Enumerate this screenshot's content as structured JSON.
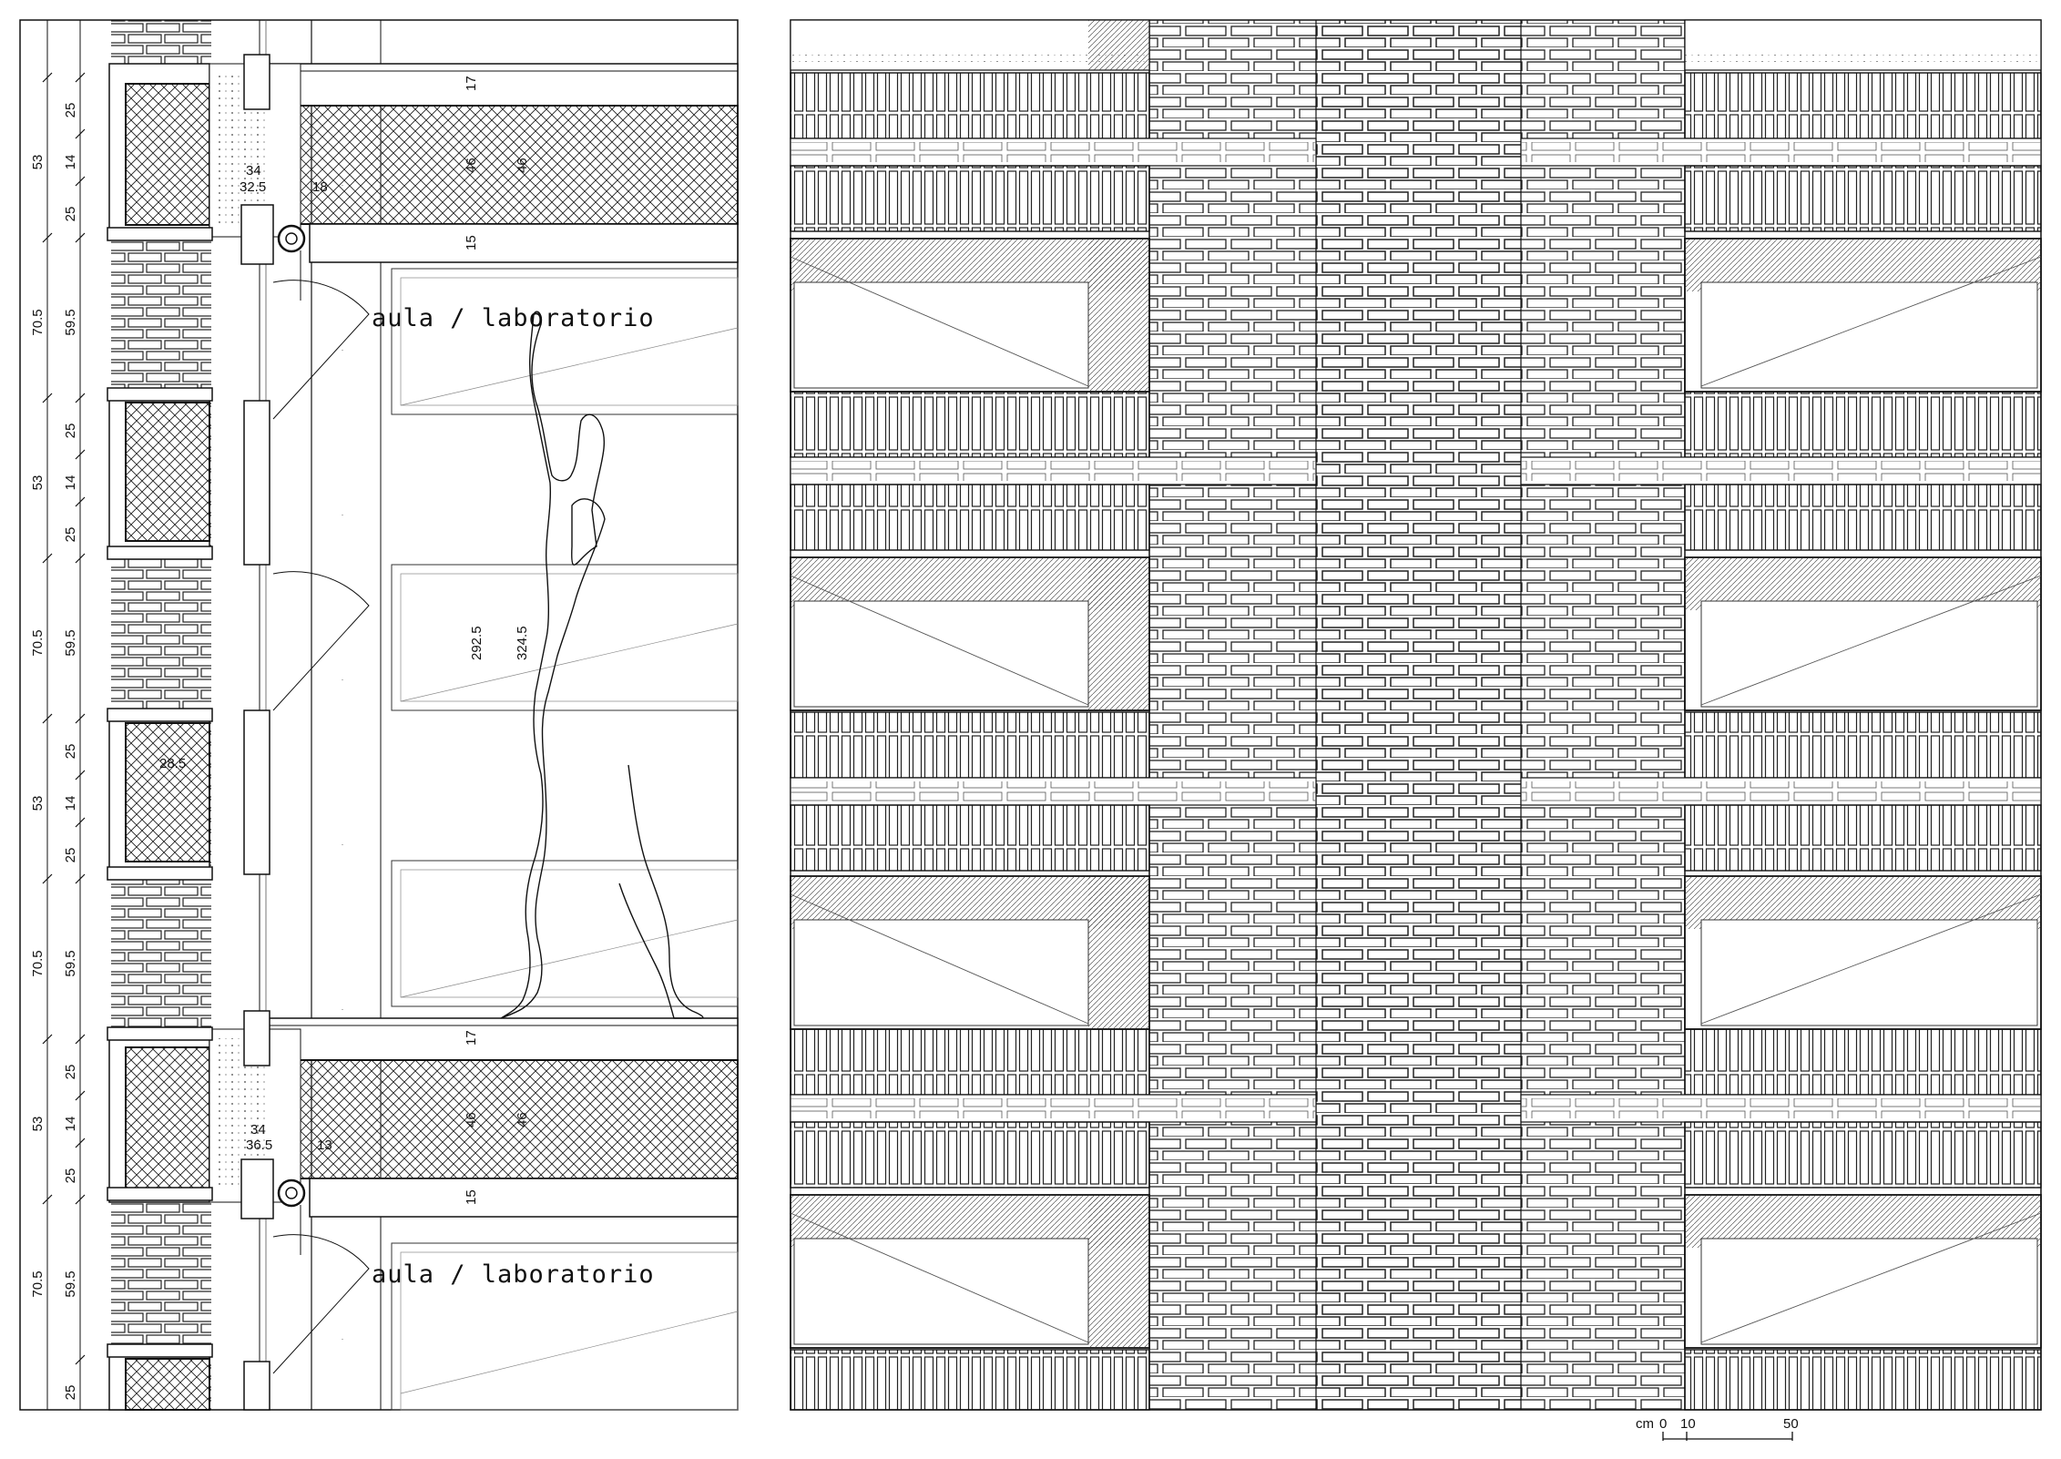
{
  "section": {
    "left_dimensions": {
      "outer": [
        "53",
        "70.5",
        "53",
        "70.5",
        "53",
        "70.5",
        "53",
        "70.5"
      ],
      "inner": [
        "25",
        "14",
        "25",
        "59.5",
        "25",
        "14",
        "25",
        "59.5",
        "25",
        "14",
        "25",
        "59.5",
        "25",
        "14",
        "25",
        "59.5",
        "25"
      ]
    },
    "floor_dimensions": [
      "17",
      "46",
      "46",
      "15"
    ],
    "slab_details_top": [
      "34",
      "32.5",
      "18"
    ],
    "slab_details_bottom": [
      "34",
      "36.5",
      "13"
    ],
    "pillar_dimension": "28.5",
    "height_dimensions": [
      "292.5",
      "324.5"
    ],
    "room_label": "aula / laboratorio"
  },
  "scale_bar": {
    "unit": "cm",
    "ticks": [
      "0",
      "10",
      "50"
    ]
  },
  "colors": {
    "line": "#111111",
    "fill_light": "#f4f4f4"
  }
}
